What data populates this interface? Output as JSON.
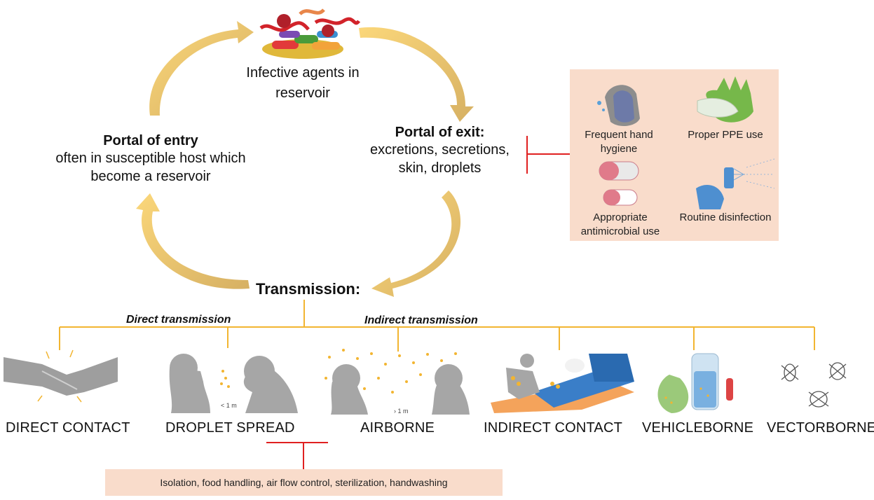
{
  "reservoir": {
    "text": "Infective agents in reservoir"
  },
  "portal_entry": {
    "title": "Portal of entry",
    "body": "often in susceptible host which become a reservoir"
  },
  "portal_exit": {
    "title": "Portal of exit:",
    "body": "excretions, secretions, skin, droplets"
  },
  "transmission": {
    "title": "Transmission:",
    "direct_label": "Direct transmission",
    "indirect_label": "Indirect transmission"
  },
  "routes": [
    {
      "label": "DIRECT CONTACT",
      "icon": "handshake-icon"
    },
    {
      "label": "DROPLET SPREAD",
      "icon": "droplet-spread-icon",
      "distance": "< 1 m"
    },
    {
      "label": "AIRBORNE",
      "icon": "airborne-icon",
      "distance": "› 1 m"
    },
    {
      "label": "INDIRECT CONTACT",
      "icon": "hospital-bed-icon"
    },
    {
      "label": "VEHICLEBORNE",
      "icon": "vehicle-icon"
    },
    {
      "label": "VECTORBORNE",
      "icon": "insects-icon"
    }
  ],
  "prevention_exit": [
    {
      "label": "Frequent hand hygiene",
      "icon": "hand-wash-icon"
    },
    {
      "label": "Proper PPE use",
      "icon": "glove-mask-icon"
    },
    {
      "label": "Appropriate antimicrobial use",
      "icon": "pill-icon"
    },
    {
      "label": "Routine disinfection",
      "icon": "spray-icon"
    }
  ],
  "prevention_transmission": "Isolation, food handling, air flow control, sterilization, handwashing",
  "colors": {
    "arrow": "#f5c34d",
    "arrow_dark": "#c9a25a",
    "branch": "#f2b531",
    "inhibit": "#e02020",
    "box": "#f9dccb",
    "silhouette": "#a6a6a6",
    "droplet": "#f2b531"
  }
}
